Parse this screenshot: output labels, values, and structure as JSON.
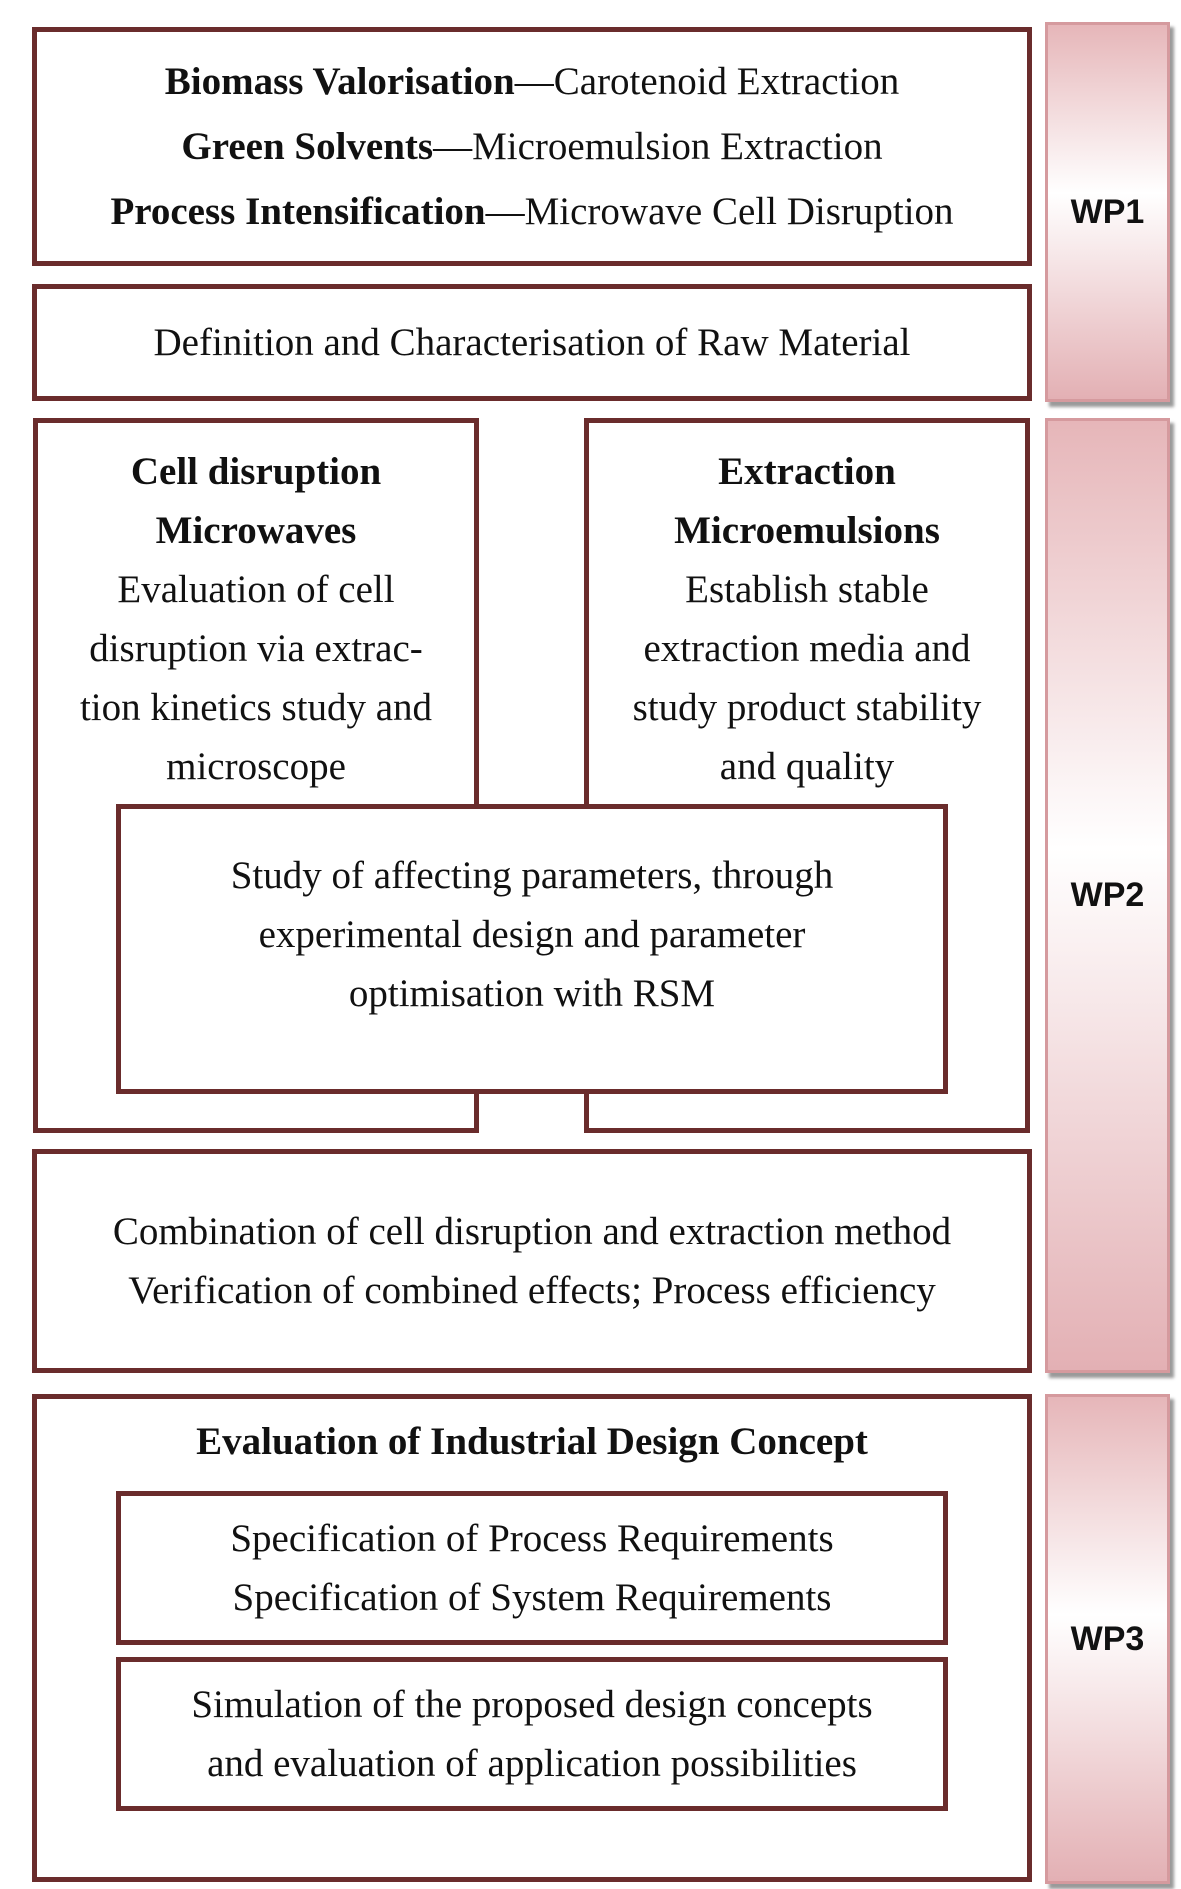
{
  "wp_labels": [
    "WP1",
    "WP2",
    "WP3"
  ],
  "goals": [
    {
      "bold": "Biomass Valorisation",
      "rest": "—Carotenoid Extraction"
    },
    {
      "bold": "Green Solvents",
      "rest": "—Microemulsion Extraction"
    },
    {
      "bold": "Process Intensification",
      "rest": "—Microwave Cell Disruption"
    }
  ],
  "raw_material": "Definition and Characterisation of Raw Material",
  "cell_disruption": {
    "title": "Cell disruption",
    "subtitle": "Microwaves",
    "lines": [
      "Evaluation of cell",
      "disruption via extrac-",
      "tion kinetics study and",
      "microscope"
    ]
  },
  "extraction": {
    "title": "Extraction",
    "subtitle": "Microemulsions",
    "lines": [
      "Establish stable",
      "extraction media and",
      "study product stability",
      "and quality"
    ]
  },
  "parameters": [
    "Study of affecting parameters, through",
    "experimental design and parameter",
    "optimisation with RSM"
  ],
  "combination": [
    "Combination of cell disruption and extraction method",
    "Verification of combined effects; Process efficiency"
  ],
  "industrial": {
    "title": "Evaluation of Industrial Design Concept",
    "spec": [
      "Specification of Process Requirements",
      "Specification of System Requirements"
    ],
    "simulation": [
      "Simulation of the proposed design concepts",
      "and evaluation of application possibilities"
    ]
  }
}
